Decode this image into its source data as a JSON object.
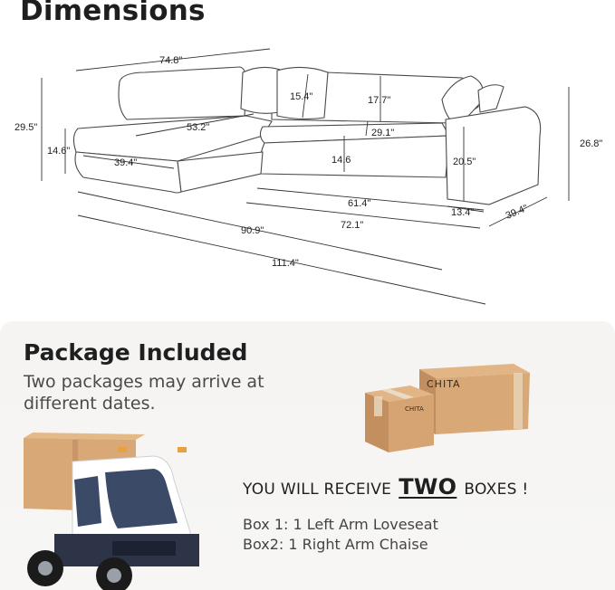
{
  "header": {
    "title": "Dimensions"
  },
  "dimensions": {
    "overall_depth_top": "74.8\"",
    "pillow_height": "15.4\"",
    "back_height": "17.7\"",
    "left_height": "29.5\"",
    "chaise_length": "53.2\"",
    "seat_depth": "29.1\"",
    "right_height": "26.8\"",
    "seat_height_left": "14.6\"",
    "chaise_width": "39.4\"",
    "seat_height_center": "14.6",
    "arm_height": "20.5\"",
    "seat_width": "61.4\"",
    "arm_width": "13.4\"",
    "depth_right": "39.4\"",
    "loveseat_width": "72.1\"",
    "sofa_width": "90.9\"",
    "overall_width": "111.4\""
  },
  "package": {
    "title": "Package Included",
    "note": "Two packages may arrive at different dates.",
    "brand": "CHITA",
    "receive_prefix": "YOU WILL RECEIVE",
    "receive_count": "TWO",
    "receive_suffix": "BOXES !",
    "box1": "Box 1: 1 Left Arm Loveseat",
    "box2": "Box2: 1 Right Arm Chaise"
  },
  "colors": {
    "cardboard": "#d9a877",
    "cardboard_dark": "#b9855a",
    "tape": "#eadbc5",
    "truck_cab": "#ffffff",
    "truck_chassis": "#2d3448"
  }
}
